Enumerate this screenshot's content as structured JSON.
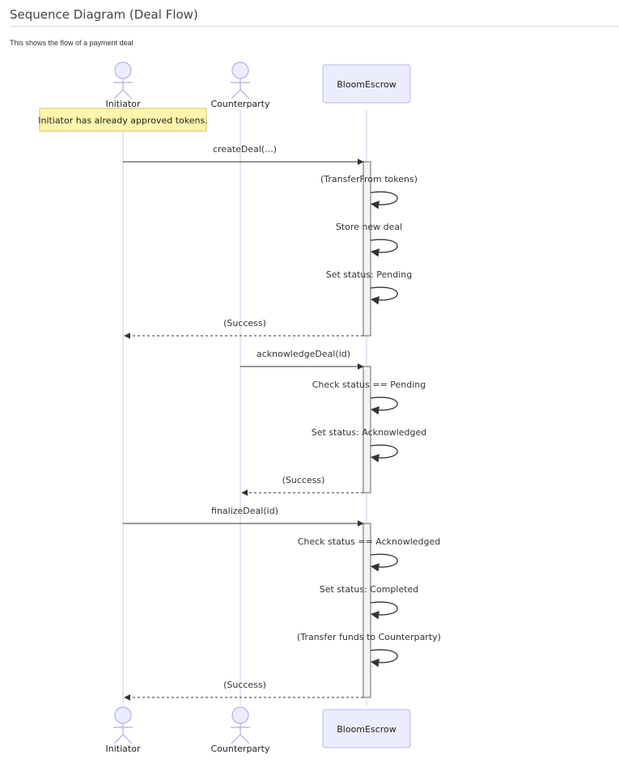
{
  "page": {
    "title": "Sequence Diagram (Deal Flow)",
    "description": "This shows the flow of a payment deal"
  },
  "colors": {
    "actor_fill": "#ECECFF",
    "actor_stroke": "#BDB9E6",
    "lifeline": "#CFCBE8",
    "note_fill": "#FFF5AD",
    "note_stroke": "#D4C44F",
    "arrow": "#333333",
    "activation_fill": "#F4F4F4",
    "activation_stroke": "#666666"
  },
  "participants": [
    {
      "id": "initiator",
      "label": "Initiator",
      "kind": "actor"
    },
    {
      "id": "counterparty",
      "label": "Counterparty",
      "kind": "actor"
    },
    {
      "id": "escrow",
      "label": "BloomEscrow",
      "kind": "participant"
    }
  ],
  "note": {
    "over": "initiator",
    "text": "Initiator has already approved tokens."
  },
  "messages": [
    {
      "from": "initiator",
      "to": "escrow",
      "label": "createDeal(...)",
      "style": "solid"
    },
    {
      "from": "escrow",
      "to": "escrow",
      "label": "(TransferFrom tokens)",
      "style": "self"
    },
    {
      "from": "escrow",
      "to": "escrow",
      "label": "Store new deal",
      "style": "self"
    },
    {
      "from": "escrow",
      "to": "escrow",
      "label": "Set status: Pending",
      "style": "self"
    },
    {
      "from": "escrow",
      "to": "initiator",
      "label": "(Success)",
      "style": "dashed"
    },
    {
      "from": "counterparty",
      "to": "escrow",
      "label": "acknowledgeDeal(id)",
      "style": "solid"
    },
    {
      "from": "escrow",
      "to": "escrow",
      "label": "Check status == Pending",
      "style": "self"
    },
    {
      "from": "escrow",
      "to": "escrow",
      "label": "Set status: Acknowledged",
      "style": "self"
    },
    {
      "from": "escrow",
      "to": "counterparty",
      "label": "(Success)",
      "style": "dashed"
    },
    {
      "from": "initiator",
      "to": "escrow",
      "label": "finalizeDeal(id)",
      "style": "solid"
    },
    {
      "from": "escrow",
      "to": "escrow",
      "label": "Check status == Acknowledged",
      "style": "self"
    },
    {
      "from": "escrow",
      "to": "escrow",
      "label": "Set status: Completed",
      "style": "self"
    },
    {
      "from": "escrow",
      "to": "escrow",
      "label": "(Transfer funds to Counterparty)",
      "style": "self"
    },
    {
      "from": "escrow",
      "to": "initiator",
      "label": "(Success)",
      "style": "dashed"
    }
  ]
}
